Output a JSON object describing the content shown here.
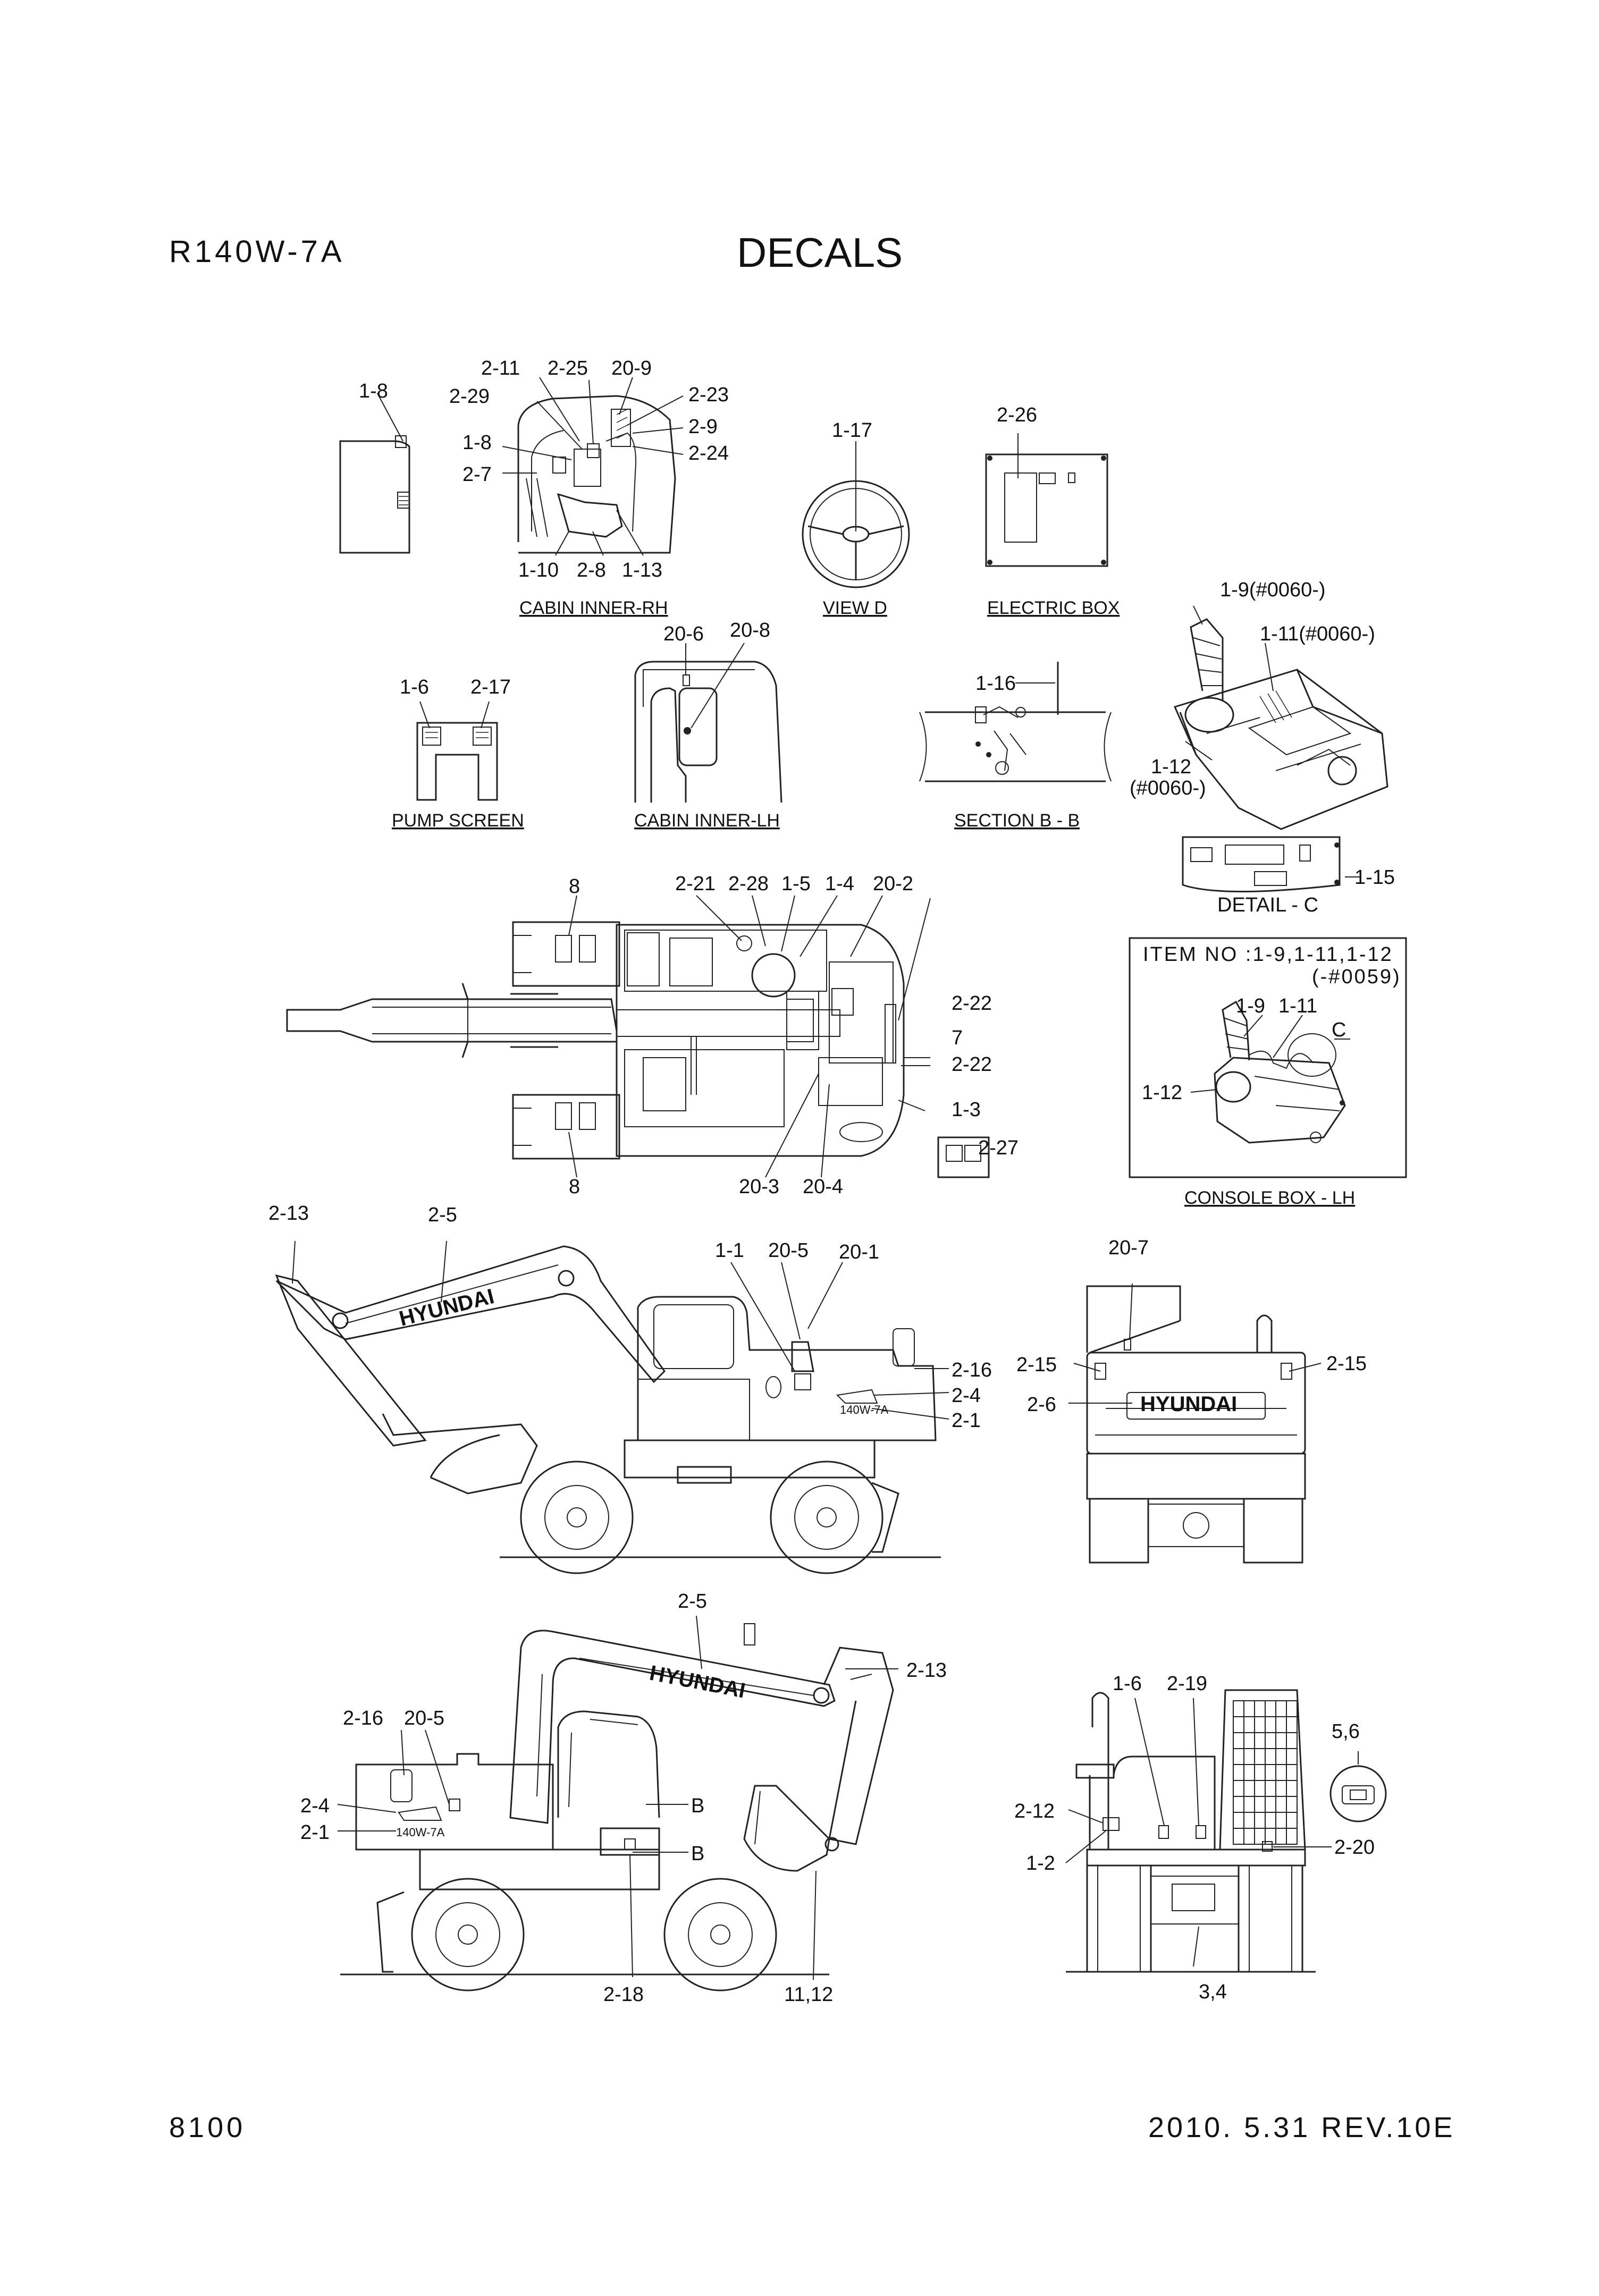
{
  "header": {
    "model": "R140W-7A",
    "title": "DECALS"
  },
  "footer": {
    "page": "8100",
    "revision": "2010. 5.31  REV.10E"
  },
  "views": {
    "cabin_inner_rh": {
      "caption": "CABIN INNER-RH",
      "labels": [
        "1-8",
        "2-11",
        "2-25",
        "20-9",
        "2-29",
        "2-23",
        "1-8",
        "2-9",
        "2-24",
        "2-7",
        "1-10",
        "2-8",
        "1-13"
      ]
    },
    "view_d": {
      "caption": "VIEW  D",
      "labels": [
        "1-17"
      ]
    },
    "electric_box": {
      "caption": "ELECTRIC BOX",
      "labels": [
        "2-26"
      ]
    },
    "console_rh": {
      "labels": [
        "1-9(#0060-)",
        "1-11(#0060-)",
        "1-12",
        "(#0060-)"
      ]
    },
    "pump_screen": {
      "caption": "PUMP SCREEN",
      "labels": [
        "1-6",
        "2-17"
      ]
    },
    "cabin_inner_lh": {
      "caption": "CABIN INNER-LH",
      "labels": [
        "20-6",
        "20-8"
      ]
    },
    "section_bb": {
      "caption": "SECTION B - B",
      "labels": [
        "1-16"
      ]
    },
    "detail_c": {
      "caption": "DETAIL - C",
      "labels": [
        "1-15"
      ]
    },
    "console_box_lh": {
      "caption": "CONSOLE BOX - LH",
      "item_line1": "ITEM NO :1-9,1-11,1-12",
      "item_line2": "(-#0059)",
      "labels": [
        "1-9",
        "1-11",
        "C",
        "1-12"
      ]
    },
    "top_view": {
      "labels": [
        "8",
        "2-21",
        "2-28",
        "1-5",
        "1-4",
        "20-2",
        "2-22",
        "7",
        "2-22",
        "1-3",
        "8",
        "20-3",
        "20-4",
        "2-27"
      ]
    },
    "side_lh": {
      "labels": [
        "2-13",
        "2-5",
        "1-1",
        "20-5",
        "20-1",
        "2-16",
        "2-4",
        "2-1"
      ],
      "brand": "HYUNDAI",
      "model_decal": "140W-7A"
    },
    "rear_view": {
      "labels": [
        "20-7",
        "2-15",
        "2-15",
        "2-6"
      ],
      "brand": "HYUNDAI"
    },
    "side_rh": {
      "labels": [
        "2-5",
        "2-13",
        "2-16",
        "20-5",
        "B",
        "2-4",
        "2-1",
        "B",
        "2-18",
        "11,12"
      ],
      "brand": "HYUNDAI",
      "model_decal": "140W-7A"
    },
    "front_view": {
      "labels": [
        "1-6",
        "2-19",
        "5,6",
        "2-12",
        "1-2",
        "2-20",
        "3,4"
      ]
    }
  }
}
